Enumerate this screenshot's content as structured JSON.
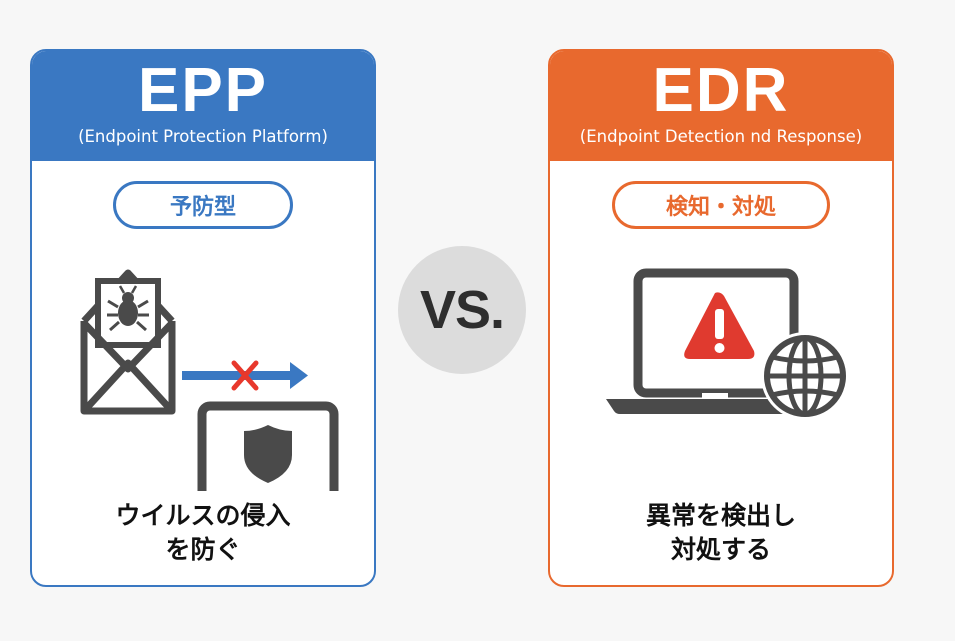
{
  "epp": {
    "title": "EPP",
    "subtitle": "(Endpoint Protection Platform)",
    "badge": "予防型",
    "caption_line1": "ウイルスの侵入",
    "caption_line2": "を防ぐ",
    "color": "#3a78c2"
  },
  "vs": {
    "label": "VS."
  },
  "edr": {
    "title": "EDR",
    "subtitle": "(Endpoint Detection nd Response)",
    "badge": "検知・対処",
    "caption_line1": "異常を検出し",
    "caption_line2": "対処する",
    "color": "#e8692e"
  },
  "icons": {
    "epp": [
      "email-envelope-icon",
      "bug-icon",
      "arrow-right-icon",
      "cross-mark-icon",
      "laptop-icon",
      "shield-icon"
    ],
    "edr": [
      "laptop-icon",
      "warning-icon",
      "globe-icon"
    ]
  },
  "colors": {
    "icon_gray": "#4a4a4a",
    "cross_red": "#e8382c",
    "warning_red": "#e03a2f"
  }
}
